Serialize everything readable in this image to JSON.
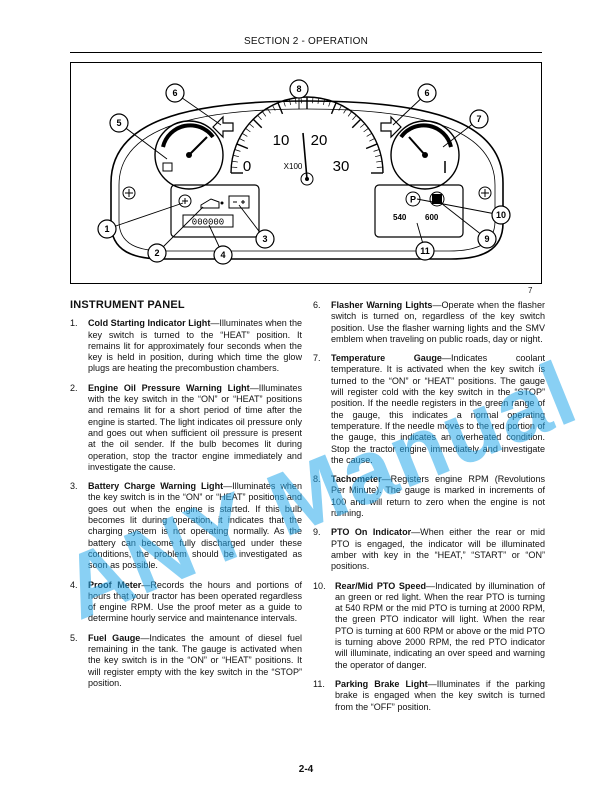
{
  "header": {
    "section": "SECTION 2 - OPERATION"
  },
  "figure": {
    "callouts": [
      "1",
      "2",
      "3",
      "4",
      "5",
      "6",
      "6",
      "7",
      "8",
      "9",
      "10",
      "11"
    ],
    "tach_ticks": [
      "0",
      "10",
      "20",
      "30"
    ],
    "tach_unit": "X100",
    "pto_labels": [
      "540",
      "600"
    ],
    "meter_digits": "000000",
    "figure_number": "7"
  },
  "section_title": "INSTRUMENT PANEL",
  "items": [
    {
      "num": "1.",
      "title": "Cold Starting Indicator Light",
      "text": "—Illuminates when the key switch is turned to the “HEAT” position. It remains lit for approximately four seconds when the key is held in position, during which time the glow plugs are heating the precombustion chambers."
    },
    {
      "num": "2.",
      "title": "Engine Oil Pressure Warning Light",
      "text": "—Illuminates with the key switch in the “ON” or “HEAT” positions and remains lit for a short period of time after the engine is started. The light indicates oil pressure only and goes out when sufficient oil pressure is present at the oil sender. If the bulb becomes lit during operation, stop the tractor engine immediately and investigate the cause."
    },
    {
      "num": "3.",
      "title": "Battery Charge Warning Light",
      "text": "—Illuminates when the key switch is in the “ON” or “HEAT” positions and goes out when the engine is started. If this bulb becomes lit during operation, it indicates that the charging system is not operating normally. As the battery can become fully discharged under these conditions, the problem should be investigated as soon as possible."
    },
    {
      "num": "4.",
      "title": "Proof Meter",
      "text": "—Records the hours and portions of hours that your tractor has been operated regardless of engine RPM. Use the proof meter as a guide to determine hourly service and maintenance intervals."
    },
    {
      "num": "5.",
      "title": "Fuel Gauge",
      "text": "—Indicates the amount of diesel fuel remaining in the tank. The gauge is activated when the key switch is in the “ON” or “HEAT” positions. It will register empty with the key switch in the “STOP” position."
    },
    {
      "num": "6.",
      "title": "Flasher Warning Lights",
      "text": "—Operate when the flasher switch is turned on, regardless of the key switch position. Use the flasher warning lights and the SMV emblem when traveling on public roads, day or night."
    },
    {
      "num": "7.",
      "title": "Temperature Gauge",
      "text": "—Indicates coolant temperature. It is activated when the key switch is turned to the “ON” or “HEAT” positions. The gauge will register cold with the key switch in the “STOP” position. If the needle registers in the green range of the gauge, this indicates a normal operating temperature. If the needle moves to the red portion of the gauge, this indicates an overheated condition. Stop the tractor engine immediately and investigate the cause."
    },
    {
      "num": "8.",
      "title": "Tachometer",
      "text": "—Registers engine RPM (Revolutions Per Minute). The gauge is marked in increments of 100 and will return to zero when the engine is not running."
    },
    {
      "num": "9.",
      "title": "PTO On Indicator",
      "text": "—When either the rear or mid PTO is engaged, the indicator will be illuminated amber with key in the “HEAT,” “START” or “ON” positions."
    },
    {
      "num": "10.",
      "title": "Rear/Mid PTO Speed",
      "text": "—Indicated by illumination of an green or red light. When the rear PTO is turning at 540 RPM or the mid PTO is turning at 2000 RPM, the green PTO indicator will light. When the rear PTO is turning at 600 RPM or above or the mid PTO is turning above 2000 RPM, the red PTO indicator will illuminate, indicating an over speed and warning the operator of danger."
    },
    {
      "num": "11.",
      "title": "Parking Brake Light",
      "text": "—Illuminates if the parking brake is engaged when the key switch is turned from the “OFF” position."
    }
  ],
  "page_number": "2-4",
  "watermark": "ANY Manual"
}
